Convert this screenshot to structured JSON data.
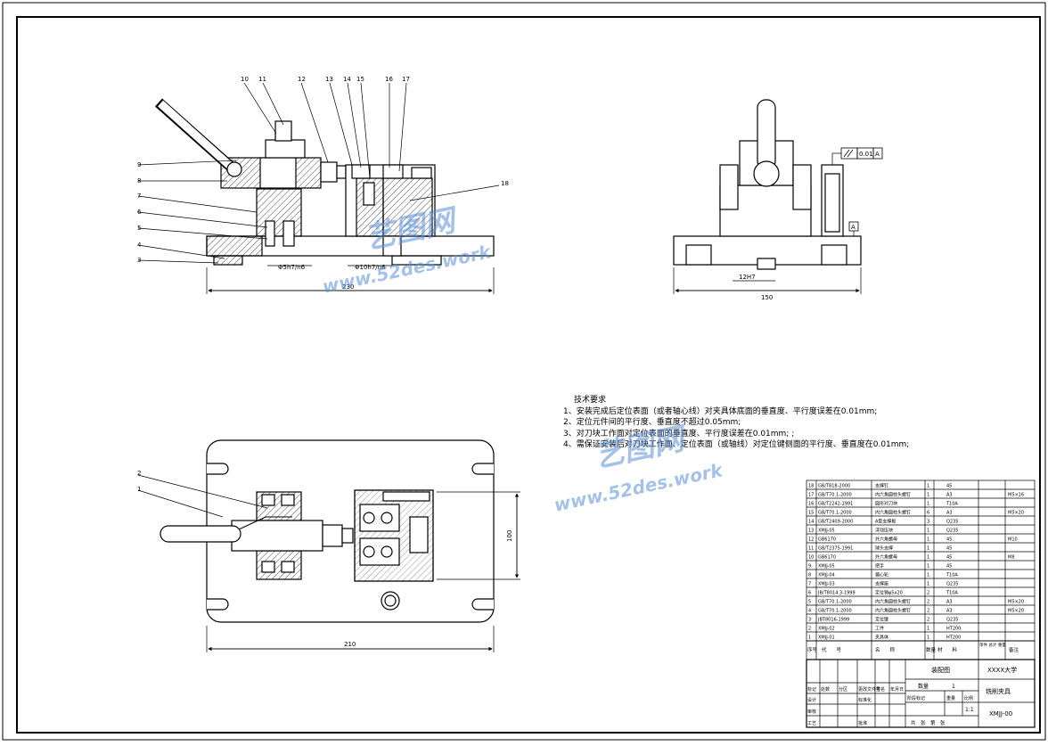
{
  "front_view": {
    "balloons": [
      "3",
      "4",
      "5",
      "6",
      "7",
      "8",
      "9",
      "10",
      "11",
      "12",
      "13",
      "14",
      "15",
      "16",
      "17",
      "18"
    ],
    "dim_overall": "230",
    "dim_fit1": "Φ5h7/n6",
    "dim_fit2": "Φ10h7/n6"
  },
  "side_view": {
    "tolerance_value": "0.01",
    "datum": "A",
    "dim_width": "150",
    "dim_key": "12H7"
  },
  "top_view": {
    "balloons": [
      "2",
      "1"
    ],
    "dim_width": "210",
    "dim_height": "100"
  },
  "technical_requirements": {
    "title": "技术要求",
    "items": [
      "1、安装完成后定位表面（或者轴心线）对夹具体底面的垂直度、平行度误差在0.01mm;",
      "2、定位元件间的平行度、垂直度不超过0.05mm;",
      "3、对刀块工作面对定位表面的垂直度、平行度误差在0.01mm; ;",
      "4、需保证安装后对刀块工作面、定位表面（或轴线）对定位键侧面的平行度、垂直度在0.01mm;"
    ]
  },
  "parts_list": [
    {
      "no": "18",
      "code": "GB/T818-2000",
      "name": "支撑钉",
      "qty": "1",
      "mat": "45",
      "note": ""
    },
    {
      "no": "17",
      "code": "GB/T70.1-2000",
      "name": "内六角圆柱头螺钉",
      "qty": "1",
      "mat": "A3",
      "note": "M5×16"
    },
    {
      "no": "16",
      "code": "GB/T2242-1991",
      "name": "圆形对刀块",
      "qty": "1",
      "mat": "T10A",
      "note": ""
    },
    {
      "no": "15",
      "code": "GB/T70.1-2000",
      "name": "内六角圆柱头螺钉",
      "qty": "6",
      "mat": "A3",
      "note": "M5×20"
    },
    {
      "no": "14",
      "code": "GB/T2409-2000",
      "name": "A型支撑板",
      "qty": "3",
      "mat": "Q235",
      "note": ""
    },
    {
      "no": "13",
      "code": "XMJJ-05",
      "name": "浮动压块",
      "qty": "1",
      "mat": "Q235",
      "note": ""
    },
    {
      "no": "12",
      "code": "GB6170",
      "name": "外六角螺母",
      "qty": "1",
      "mat": "45",
      "note": "M10"
    },
    {
      "no": "11",
      "code": "GB/T2375-1991",
      "name": "球头支撑",
      "qty": "1",
      "mat": "45",
      "note": ""
    },
    {
      "no": "10",
      "code": "GB6170",
      "name": "外六角螺母",
      "qty": "1",
      "mat": "45",
      "note": "M8"
    },
    {
      "no": "9",
      "code": "XMJJ-05",
      "name": "把手",
      "qty": "1",
      "mat": "45",
      "note": ""
    },
    {
      "no": "8",
      "code": "XMJJ-04",
      "name": "偏心轮",
      "qty": "1",
      "mat": "T10A",
      "note": ""
    },
    {
      "no": "7",
      "code": "XMJJ-03",
      "name": "支撑座",
      "qty": "1",
      "mat": "Q235",
      "note": ""
    },
    {
      "no": "6",
      "code": "JB/T8014.3-1999",
      "name": "定位销φ5x20",
      "qty": "2",
      "mat": "T10A",
      "note": ""
    },
    {
      "no": "5",
      "code": "GB/T70.1-2000",
      "name": "内六角圆柱头螺钉",
      "qty": "2",
      "mat": "A3",
      "note": "M5×20"
    },
    {
      "no": "4",
      "code": "GB/T70.1-2000",
      "name": "内六角圆柱头螺钉",
      "qty": "2",
      "mat": "A3",
      "note": "M5×20"
    },
    {
      "no": "3",
      "code": "JBT8016-1999",
      "name": "定位键",
      "qty": "2",
      "mat": "Q235",
      "note": ""
    },
    {
      "no": "2",
      "code": "XMJJ-02",
      "name": "工件",
      "qty": "1",
      "mat": "HT200",
      "note": ""
    },
    {
      "no": "1",
      "code": "XMJJ-01",
      "name": "夹具体",
      "qty": "1",
      "mat": "HT200",
      "note": ""
    }
  ],
  "parts_header": {
    "no": "序号",
    "code": "代　　号",
    "name": "名　　称",
    "qty": "数量",
    "mat": "材　　料",
    "weight": "单件 总计 重量",
    "note": "备注"
  },
  "title_block": {
    "drawing_type": "装配图",
    "school": "XXXX大学",
    "part_name": "铣削夹具",
    "drawing_no": "XMJJ-00",
    "qty_label": "数量",
    "qty": "1",
    "stage_label": "阶段标记",
    "weight_label": "重量",
    "scale_label": "比例",
    "scale": "1:1",
    "row_labels": [
      "标记",
      "处数",
      "分区",
      "更改文件号",
      "签名",
      "年月日"
    ],
    "role_design": "设计",
    "role_std": "标准化",
    "role_review": "审核",
    "role_craft": "工艺",
    "role_approve": "批准",
    "footer": "共　张　第　张"
  },
  "watermark": {
    "brand": "艺图网",
    "url": "www.52des.work"
  }
}
